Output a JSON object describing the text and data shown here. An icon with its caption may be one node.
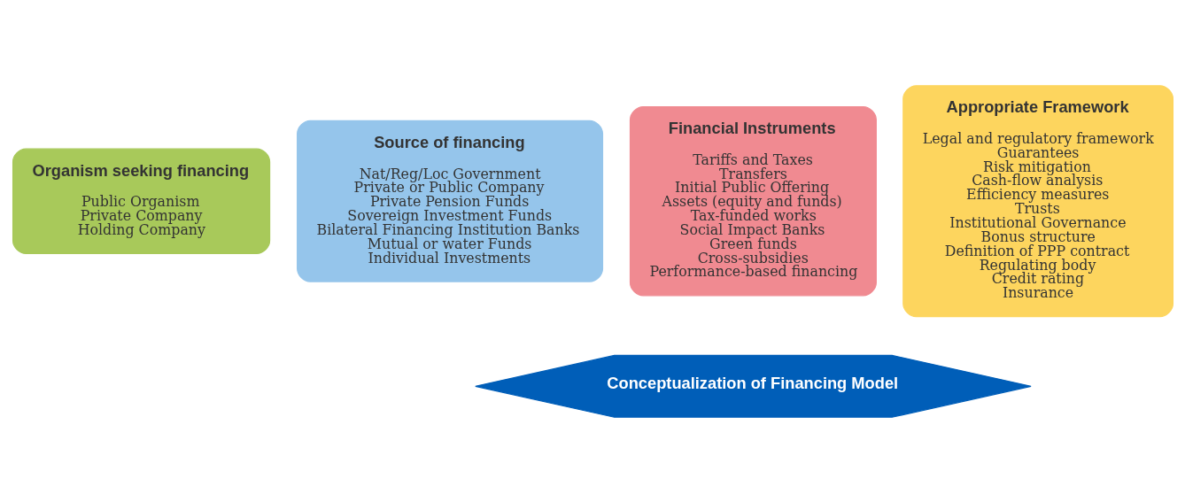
{
  "diagram": {
    "nodes": [
      {
        "text": [
          "Organism seeking financing",
          "Public Organism",
          "Private Company",
          "Holding Company"
        ]
      },
      {
        "text": [
          "Source of financing",
          "Nat/Reg/Loc Government",
          "Private or Public Company",
          "Private Pension Funds",
          "Sovereign Investment Funds",
          "Bilateral Financing Institution Banks",
          "Mutual or water Funds",
          "Individual Investments"
        ]
      },
      {
        "text": [
          "Financial Instruments",
          "Tariffs and Taxes",
          "Transfers",
          "Initial Public Offering",
          "Assets (equity and funds)",
          "Tax-funded works",
          "Social Impact Banks",
          "Green funds",
          "Cross-subsidies",
          "Performance-based financing"
        ]
      },
      {
        "text": [
          "Appropriate Framework",
          "Legal and regulatory framework",
          "Guarantees",
          "Risk mitigation",
          "Cash-flow analysis",
          "Efficiency measures",
          "Trusts",
          "Institutional Governance",
          "Bonus structure",
          "Definition of PPP contract",
          "Regulating body",
          "Credit rating",
          "Insurance"
        ]
      },
      {
        "text": [
          "Conceptualization of Financing Model"
        ]
      }
    ],
    "edges": []
  }
}
